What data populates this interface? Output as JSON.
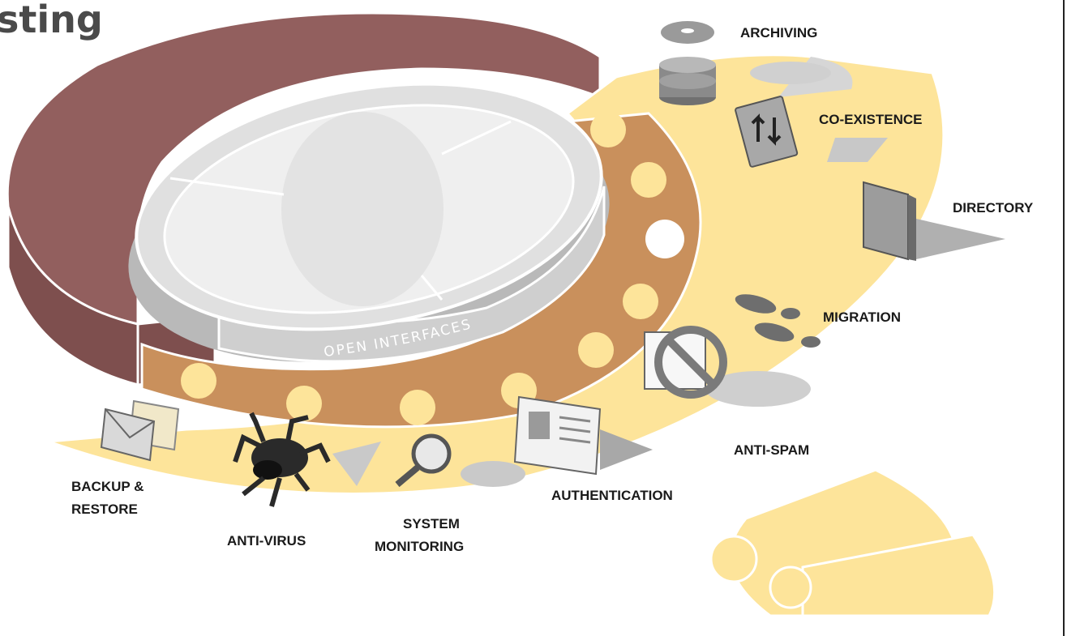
{
  "title_fragment": "sting",
  "ring_label": "OPEN INTERFACES",
  "modules": {
    "archiving": {
      "label": "ARCHIVING",
      "icon": "disk-stack-icon"
    },
    "coexistence": {
      "label": "CO-EXISTENCE",
      "icon": "two-way-arrows-sign-icon"
    },
    "directory": {
      "label": "DIRECTORY",
      "icon": "binder-book-icon"
    },
    "migration": {
      "label": "MIGRATION",
      "icon": "footprints-icon"
    },
    "antispam": {
      "label": "ANTI-SPAM",
      "icon": "no-mail-icon"
    },
    "authentication": {
      "label": "AUTHENTICATION",
      "icon": "id-card-icon"
    },
    "monitoring": {
      "label_line1": "SYSTEM",
      "label_line2": "MONITORING",
      "icon": "magnifier-icon"
    },
    "antivirus": {
      "label": "ANTI-VIRUS",
      "icon": "spider-bug-icon"
    },
    "backup": {
      "label_line1": "BACKUP &",
      "label_line2": "RESTORE",
      "icon": "envelopes-icon"
    }
  },
  "colors": {
    "maroon": "#925f5e",
    "tan": "#c9905c",
    "light_yellow": "#fde49a",
    "grey_ring": "#cbcbcb",
    "grey_center": "#e6e6e6"
  }
}
